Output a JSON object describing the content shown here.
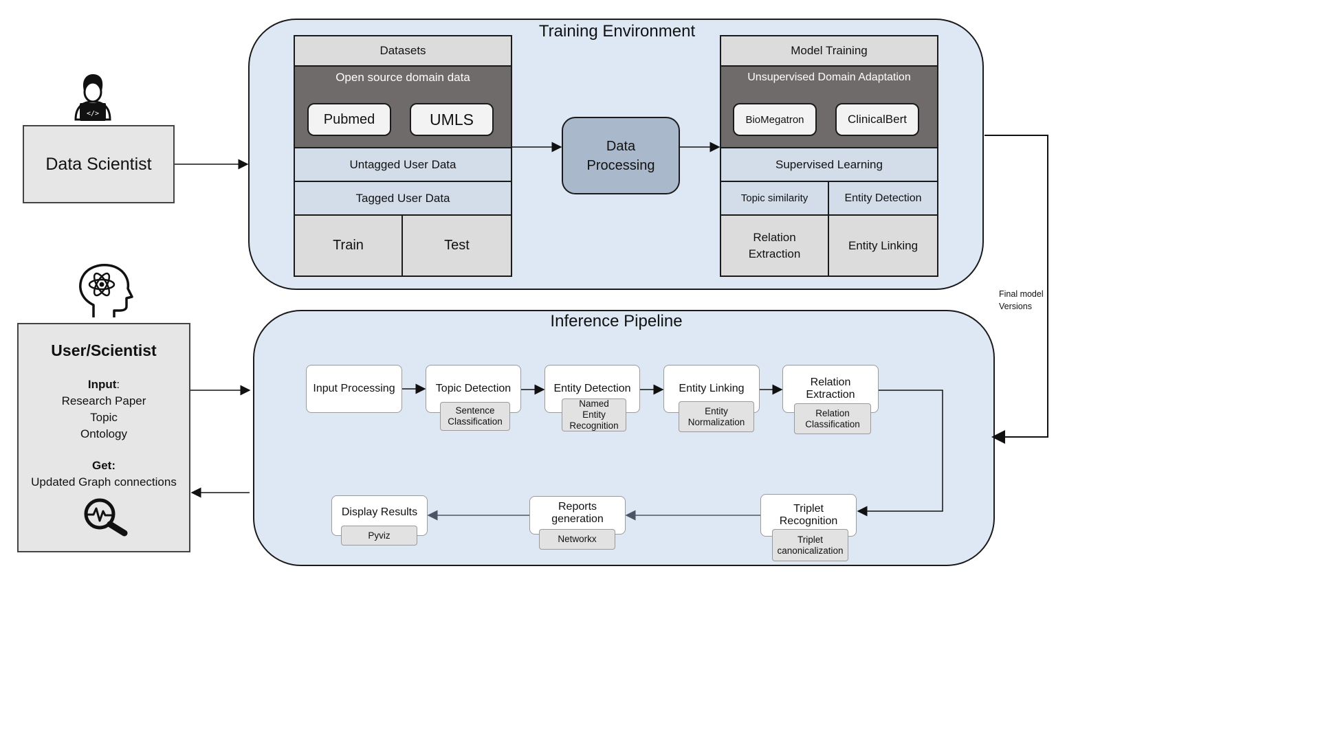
{
  "data_scientist": {
    "label": "Data Scientist",
    "icon": "developer-laptop-icon"
  },
  "user": {
    "title": "User/Scientist",
    "input_label": "Input",
    "input_colon": ":",
    "inputs": [
      "Research Paper",
      "Topic",
      "Ontology"
    ],
    "get_label": "Get:",
    "get_value": "Updated Graph connections",
    "icon_head": "brain-atom-head-icon",
    "icon_search": "magnifier-pulse-icon"
  },
  "training": {
    "title": "Training Environment",
    "datasets": {
      "header": "Datasets",
      "open_source": "Open source domain data",
      "sources": [
        "Pubmed",
        "UMLS"
      ],
      "untagged": "Untagged User Data",
      "tagged": "Tagged User Data",
      "splits": [
        "Train",
        "Test"
      ]
    },
    "processing": {
      "line1": "Data",
      "line2": "Processing"
    },
    "model": {
      "header": "Model Training",
      "unsupervised": "Unsupervised Domain Adaptation",
      "models": [
        "BioMegatron",
        "ClinicalBert"
      ],
      "supervised": "Supervised Learning",
      "tasks": [
        "Topic similarity",
        "Entity Detection",
        "Relation Extraction",
        "Entity Linking"
      ]
    }
  },
  "final_model_label": {
    "line1": "Final model",
    "line2": "Versions"
  },
  "inference": {
    "title": "Inference Pipeline",
    "steps": [
      {
        "label": "Input Processing",
        "sub": ""
      },
      {
        "label": "Topic Detection",
        "sub": "Sentence Classification"
      },
      {
        "label": "Entity Detection",
        "sub": "Named Entity Recognition"
      },
      {
        "label": "Entity Linking",
        "sub": "Entity Normalization"
      },
      {
        "label": "Relation Extraction",
        "sub": "Relation Classification"
      },
      {
        "label": "Triplet Recognition",
        "sub": "Triplet canonicalization"
      },
      {
        "label": "Reports generation",
        "sub": "Networkx"
      },
      {
        "label": "Display Results",
        "sub": "Pyviz"
      }
    ]
  },
  "colors": {
    "env_fill": "#dde8f4",
    "dark_band": "#6f6b6b",
    "processing_fill": "#aab8cc",
    "cell_fill": "#dcdcdc"
  }
}
